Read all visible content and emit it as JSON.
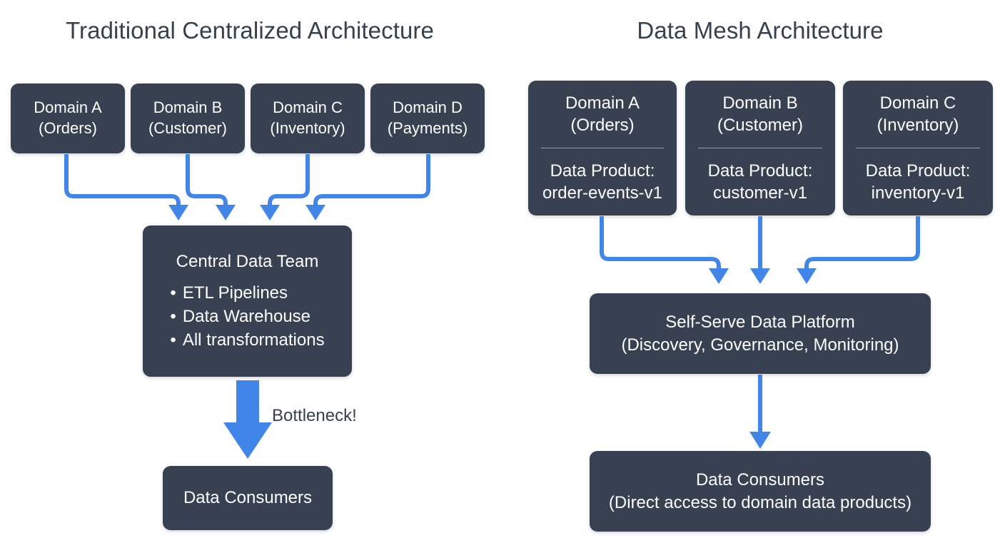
{
  "diagram": {
    "type": "comparison-flow-diagram",
    "background_color": "#ffffff",
    "node_color": "#374151",
    "node_text_color": "#ffffff",
    "arrow_color": "#4285e8",
    "title_color": "#37414e",
    "panels": [
      {
        "id": "traditional",
        "title": "Traditional Centralized Architecture",
        "sources": [
          {
            "line1": "Domain A",
            "line2": "(Orders)"
          },
          {
            "line1": "Domain B",
            "line2": "(Customer)"
          },
          {
            "line1": "Domain C",
            "line2": "(Inventory)"
          },
          {
            "line1": "Domain D",
            "line2": "(Payments)"
          }
        ],
        "hub": {
          "title": "Central Data Team",
          "bullets": [
            "ETL Pipelines",
            "Data Warehouse",
            "All transformations"
          ]
        },
        "edge_label": "Bottleneck!",
        "sink": {
          "line1": "Data Consumers"
        }
      },
      {
        "id": "data-mesh",
        "title": "Data Mesh Architecture",
        "sources": [
          {
            "line1": "Domain A",
            "line2": "(Orders)",
            "product_label": "Data Product:",
            "product_name": "order-events-v1"
          },
          {
            "line1": "Domain B",
            "line2": "(Customer)",
            "product_label": "Data Product:",
            "product_name": "customer-v1"
          },
          {
            "line1": "Domain C",
            "line2": "(Inventory)",
            "product_label": "Data Product:",
            "product_name": "inventory-v1"
          }
        ],
        "platform": {
          "line1": "Self-Serve Data Platform",
          "line2": "(Discovery, Governance, Monitoring)"
        },
        "sink": {
          "line1": "Data Consumers",
          "line2": "(Direct access to domain data products)"
        }
      }
    ]
  }
}
